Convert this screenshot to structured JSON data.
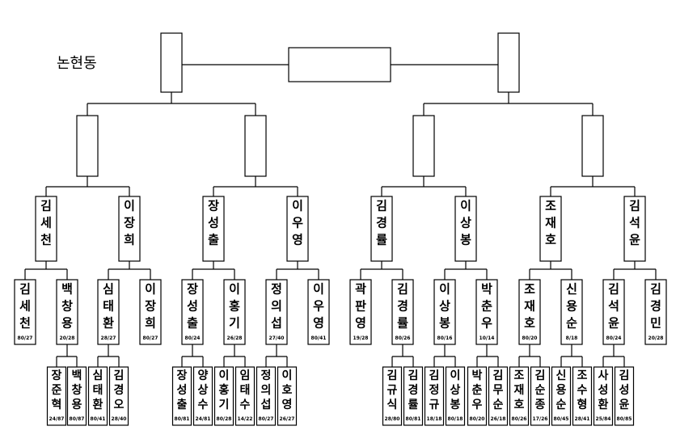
{
  "title": "논현동",
  "players": {
    "r1a": {
      "name": "장준혁",
      "score": "24/87"
    },
    "r1b": {
      "name": "백창용",
      "score": "80/87"
    },
    "r1c": {
      "name": "심태환",
      "score": "80/41"
    },
    "r1d": {
      "name": "김경오",
      "score": "28/40"
    },
    "r1e": {
      "name": "장성출",
      "score": "80/81"
    },
    "r1f": {
      "name": "양상수",
      "score": "24/81"
    },
    "r1g": {
      "name": "이홍기",
      "score": "80/28"
    },
    "r1h": {
      "name": "임태수",
      "score": "14/22"
    },
    "r1i": {
      "name": "정의섭",
      "score": "80/27"
    },
    "r1j": {
      "name": "이호영",
      "score": "26/27"
    },
    "r1k": {
      "name": "김규식",
      "score": "28/80"
    },
    "r1l": {
      "name": "김경률",
      "score": "80/81"
    },
    "r1m": {
      "name": "김정규",
      "score": "18/18"
    },
    "r1n": {
      "name": "이상봉",
      "score": "80/18"
    },
    "r1o": {
      "name": "박춘우",
      "score": "80/20"
    },
    "r1p": {
      "name": "김무순",
      "score": "26/18"
    },
    "r1q": {
      "name": "조재호",
      "score": "80/26"
    },
    "r1r": {
      "name": "김순종",
      "score": "17/26"
    },
    "r1s": {
      "name": "신용순",
      "score": "80/45"
    },
    "r1t": {
      "name": "조수형",
      "score": "28/41"
    },
    "r1u": {
      "name": "사성환",
      "score": "25/84"
    },
    "r1v": {
      "name": "김성윤",
      "score": "80/85"
    },
    "r2a": {
      "name": "김세천",
      "score": "80/27"
    },
    "r2b": {
      "name": "백창용",
      "score": "20/28"
    },
    "r2c": {
      "name": "심태환",
      "score": "28/27"
    },
    "r2d": {
      "name": "이장희",
      "score": "80/27"
    },
    "r2e": {
      "name": "장성출",
      "score": "80/24"
    },
    "r2f": {
      "name": "이홍기",
      "score": "26/28"
    },
    "r2g": {
      "name": "정의섭",
      "score": "27/40"
    },
    "r2h": {
      "name": "이우영",
      "score": "80/41"
    },
    "r2i": {
      "name": "곽판영",
      "score": "19/28"
    },
    "r2j": {
      "name": "김경률",
      "score": "80/26"
    },
    "r2k": {
      "name": "이상봉",
      "score": "80/16"
    },
    "r2l": {
      "name": "박춘우",
      "score": "10/14"
    },
    "r2m": {
      "name": "조재호",
      "score": "80/20"
    },
    "r2n": {
      "name": "신용순",
      "score": "8/18"
    },
    "r2o": {
      "name": "김석윤",
      "score": "80/24"
    },
    "r2p": {
      "name": "김경민",
      "score": "20/28"
    },
    "r3a": {
      "name": "김세천"
    },
    "r3b": {
      "name": "이장희"
    },
    "r3c": {
      "name": "장성출"
    },
    "r3d": {
      "name": "이우영"
    },
    "r3e": {
      "name": "김경률"
    },
    "r3f": {
      "name": "이상봉"
    },
    "r3g": {
      "name": "조재호"
    },
    "r3h": {
      "name": "김석윤"
    }
  }
}
